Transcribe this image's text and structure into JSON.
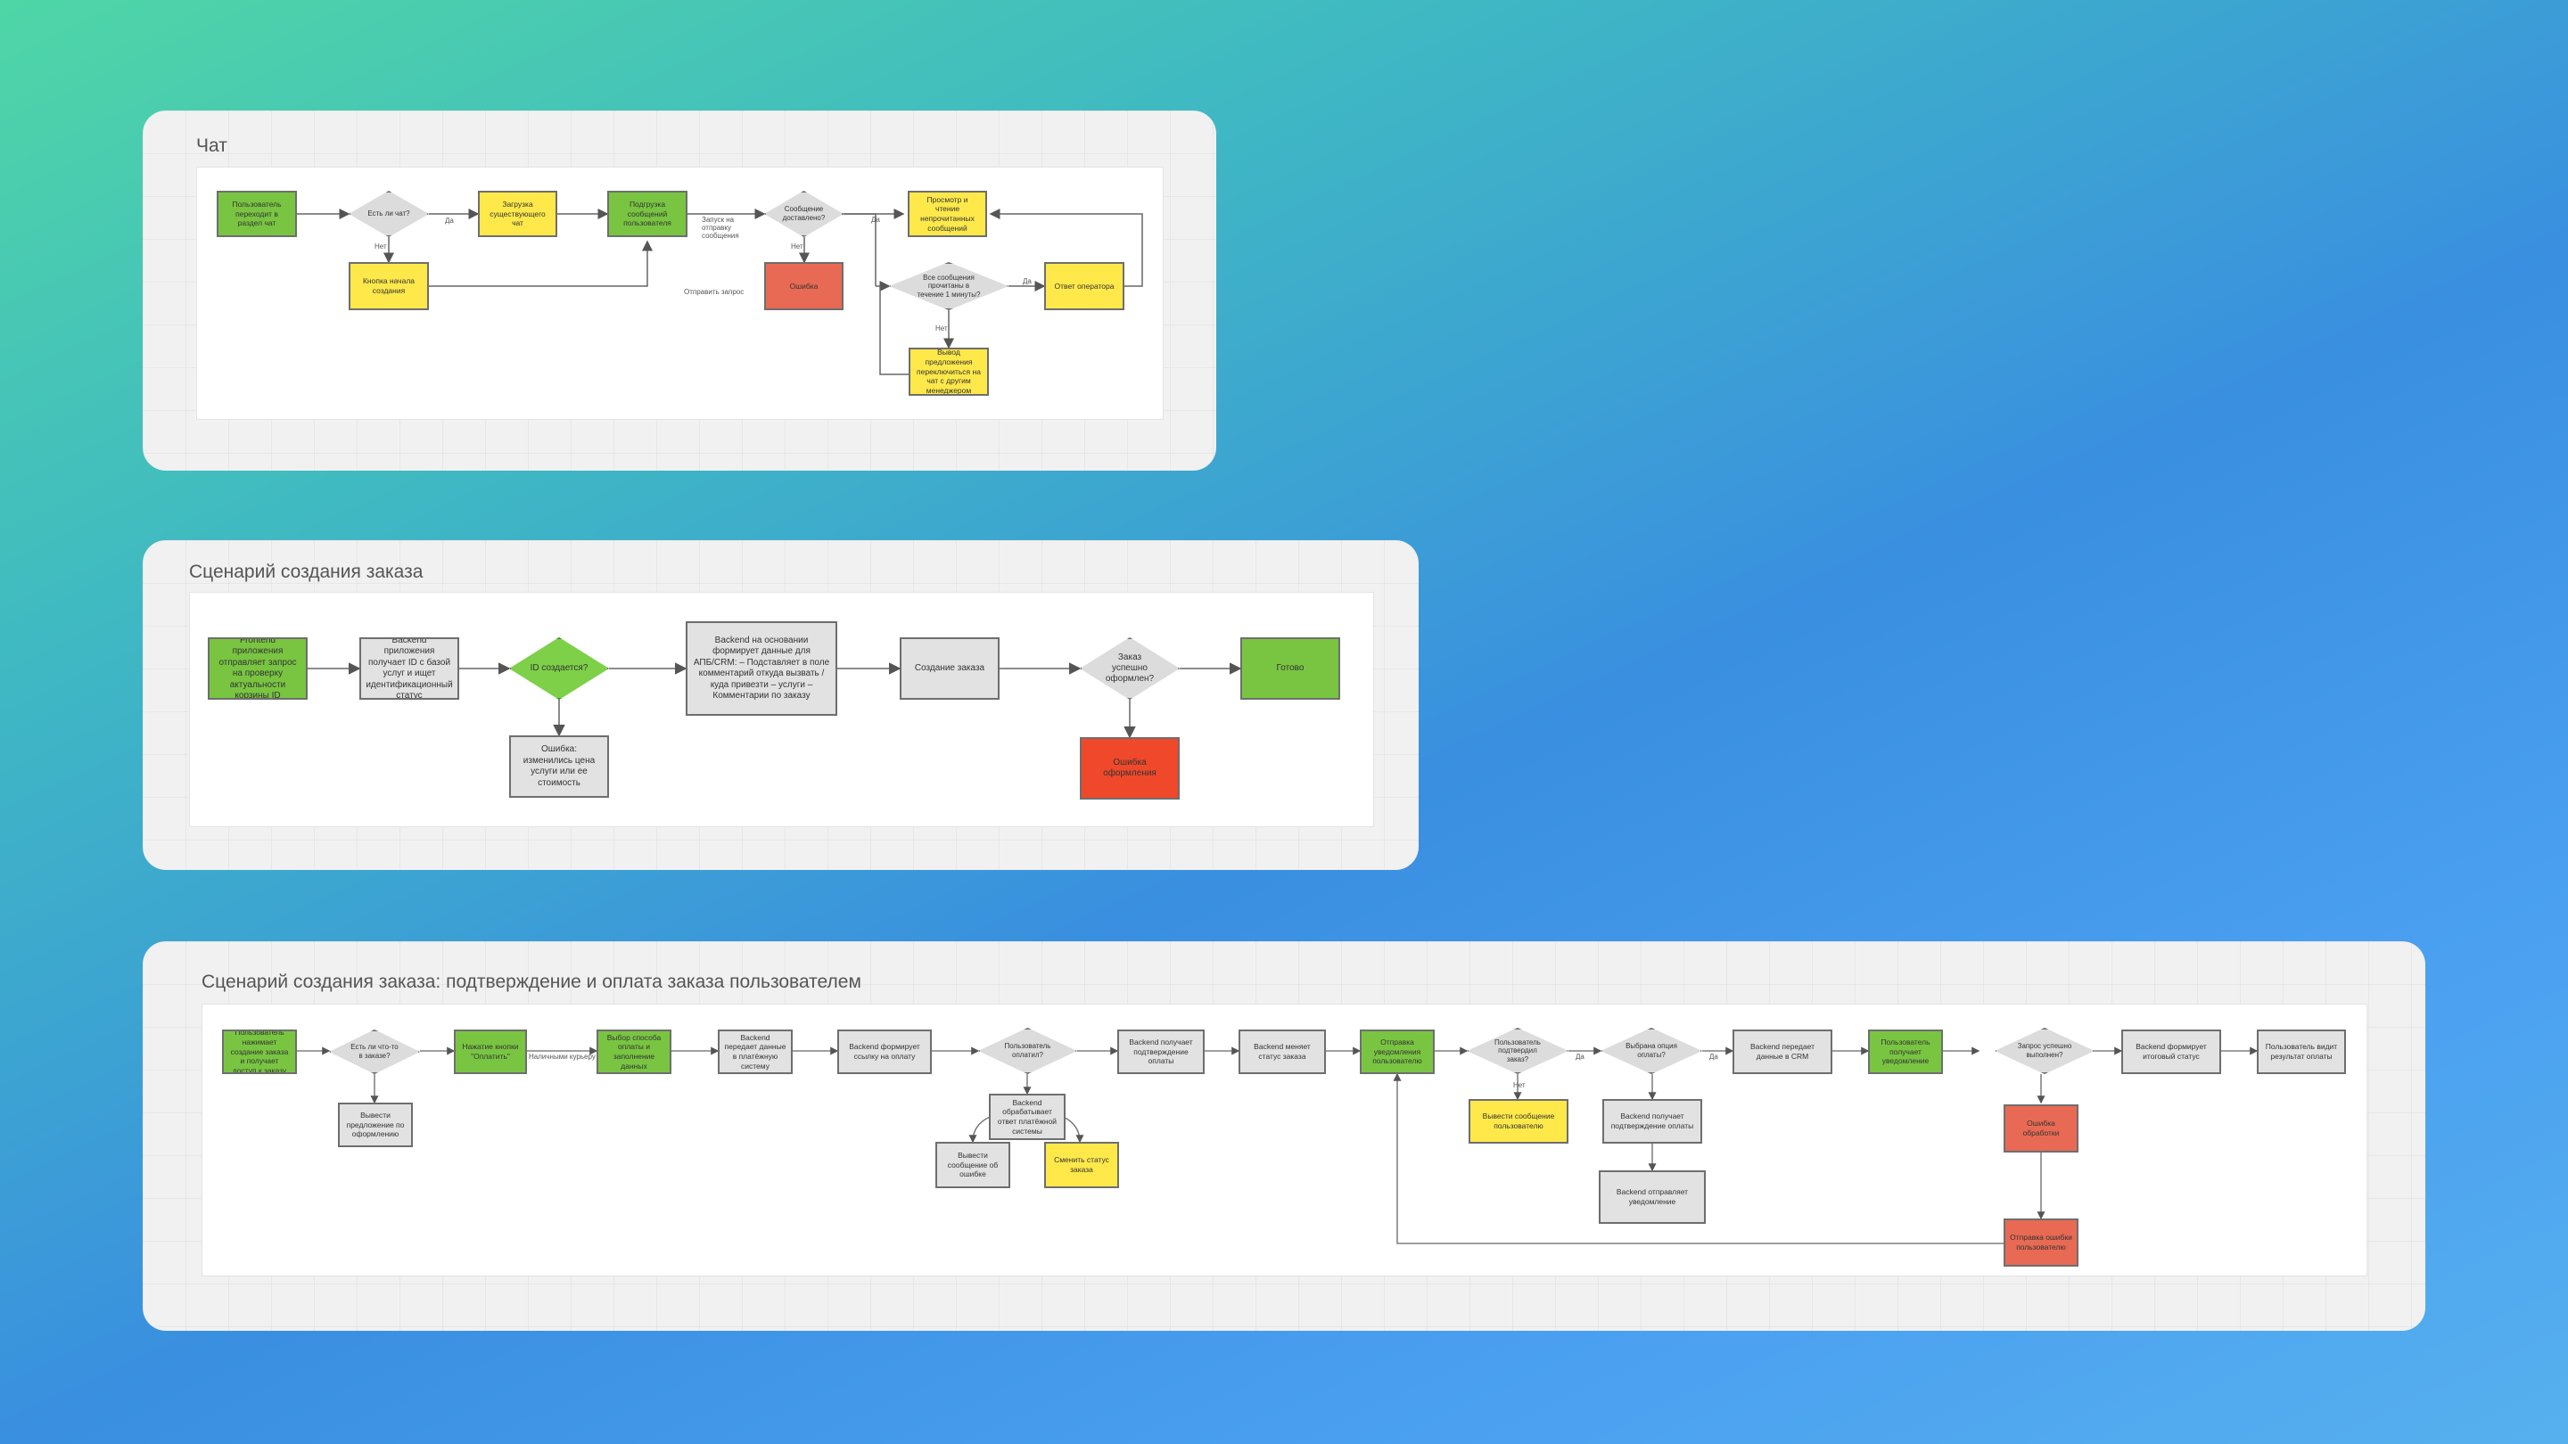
{
  "cards": {
    "chat": {
      "title": "Чат",
      "nodes": {
        "n1": "Пользователь переходит в раздел чат",
        "d1": "Есть ли чат?",
        "n2": "Загрузка существующего чат",
        "n3": "Подгрузка сообщений пользователя",
        "d2": "Сообщение доставлено?",
        "n4": "Просмотр и чтение непрочитанных сообщений",
        "n5": "Кнопка начала создания",
        "n6": "Ошибка",
        "d3": "Все сообщения прочитаны в течение 1 минуты?",
        "n7": "Ответ оператора",
        "n8": "Вывод предложения переключиться на чат с другим менеджером"
      },
      "labels": {
        "da1": "Да",
        "net1": "Нет",
        "send": "Запуск на отправку сообщения",
        "da2": "Да",
        "net2": "Нет",
        "otpravit": "Отправить запрос",
        "da3": "Да",
        "net3": "Нет"
      }
    },
    "order": {
      "title": "Сценарий создания заказа",
      "nodes": {
        "n1": "Frontend приложения отправляет запрос на проверку актуальности корзины ID",
        "n2": "Backend приложения получает ID с базой услуг и ищет идентификационный статус",
        "d1": "ID создается?",
        "n3": "Ошибка: изменились цена услуги или ее стоимость",
        "n4": "Backend на основании формирует данные для АПБ/CRM: – Подставляет в поле комментарий откуда вызвать / куда привезти – услуги – Комментарии по заказу",
        "n5": "Создание заказа",
        "d2": "Заказ успешно оформлен?",
        "n6": "Ошибка оформления",
        "n7": "Готово"
      }
    },
    "payment": {
      "title": "Сценарий создания заказа: подтверждение и оплата заказа пользователем",
      "nodes": {
        "n1": "Пользователь нажимает создание заказа и получает доступ к заказу",
        "d1": "Есть ли что-то в заказе?",
        "n2": "Вывести предложение по оформлению",
        "n3": "Нажатие кнопки \"Оплатить\"",
        "n4": "Выбор способа оплаты и заполнение данных",
        "n5": "Backend передает данные в платёжную систему",
        "n6": "Backend формирует ссылку на оплату",
        "d2": "Пользователь оплатил?",
        "n7": "Backend обрабатывает ответ платёжной системы",
        "n8": "Вывести сообщение об ошибке",
        "n9": "Сменить статус заказа",
        "n10": "Backend получает подтверждение оплаты",
        "n11": "Backend меняет статус заказа",
        "n12": "Отправка уведомления пользователю",
        "d3": "Пользователь подтвердил заказ?",
        "n13": "Вывести сообщение пользователю",
        "d4": "Выбрана опция оплаты?",
        "n14": "Backend получает подтверждение оплаты",
        "n15": "Backend отправляет уведомление",
        "n16": "Backend передает данные в CRM",
        "n17": "Пользователь получает уведомление",
        "d5": "Запрос успешно выполнен?",
        "n18": "Ошибка обработки",
        "n19": "Отправка ошибки пользователю",
        "n20": "Backend формирует итоговый статус",
        "n21": "Пользователь видит результат оплаты"
      },
      "labels": {
        "cash": "Наличными курьеру",
        "net": "Нет",
        "da1": "Да",
        "da2": "Да"
      }
    }
  },
  "colors": {
    "green": "#79c542",
    "yellow": "#ffe94a",
    "gray": "#e2e2e2",
    "red": "#e86a54",
    "red_strong": "#f0482b",
    "card": "#f1f1f1"
  }
}
